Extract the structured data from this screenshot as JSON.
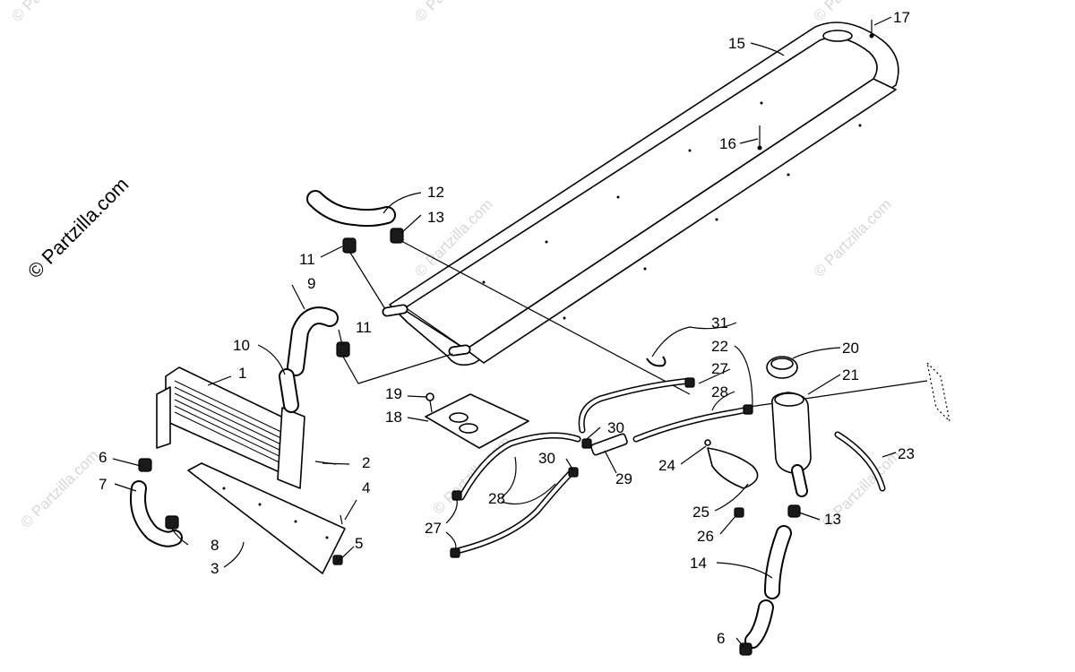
{
  "watermark": {
    "main": "© Partzilla.com",
    "faint": "© Partzilla.com"
  },
  "callouts": {
    "c1": "1",
    "c2": "2",
    "c3": "3",
    "c4": "4",
    "c5": "5",
    "c6a": "6",
    "c6b": "6",
    "c7": "7",
    "c8": "8",
    "c9": "9",
    "c10": "10",
    "c11a": "11",
    "c11b": "11",
    "c12": "12",
    "c13a": "13",
    "c13b": "13",
    "c14": "14",
    "c15": "15",
    "c16": "16",
    "c17": "17",
    "c18": "18",
    "c19": "19",
    "c20": "20",
    "c21": "21",
    "c22": "22",
    "c23": "23",
    "c24": "24",
    "c25": "25",
    "c26": "26",
    "c27a": "27",
    "c27b": "27",
    "c28a": "28",
    "c28b": "28",
    "c29": "29",
    "c30a": "30",
    "c30b": "30",
    "c31": "31"
  },
  "parts": {
    "heat_exchanger": "1",
    "shroud_panel": "3",
    "tunnel_cooler": "15",
    "coolant_tank": "21",
    "tank_cap": "20",
    "hose_upper": "12",
    "hose_lower": "14",
    "hose_9": "9",
    "hose_7": "7"
  }
}
